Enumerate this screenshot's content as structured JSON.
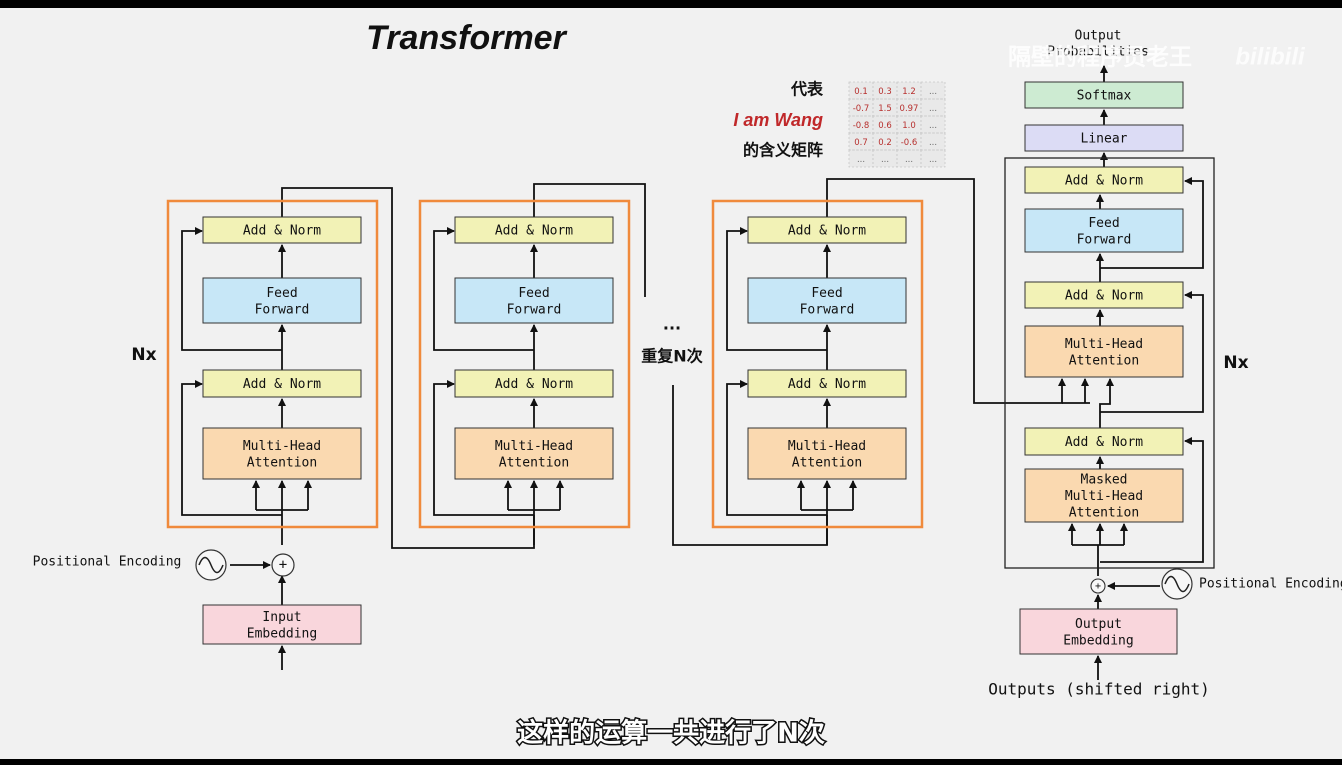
{
  "title": "Transformer",
  "watermark": {
    "text": "隔壁的程序员老王",
    "logo": "bilibili"
  },
  "subtitle": "这样的运算一共进行了N次",
  "colors": {
    "add_norm": "#f2f2b6",
    "feed_forward": "#c7e7f7",
    "attention": "#fad9b0",
    "embedding": "#f9d6dc",
    "linear": "#dcdcf5",
    "softmax": "#cdebd2",
    "encoder_frame": "#f08a3c",
    "highlight_text": "#c0282a"
  },
  "labels": {
    "add_norm": "Add & Norm",
    "feed_forward": [
      "Feed",
      "Forward"
    ],
    "multi_head": [
      "Multi-Head",
      "Attention"
    ],
    "masked_multi_head": [
      "Masked",
      "Multi-Head",
      "Attention"
    ],
    "input_embedding": [
      "Input",
      "Embedding"
    ],
    "output_embedding": [
      "Output",
      "Embedding"
    ],
    "linear": "Linear",
    "softmax": "Softmax",
    "output_probabilities": [
      "Output",
      "Probabilities"
    ],
    "positional_encoding_left": "Positional Encoding",
    "positional_encoding_right": "Positional Encoding",
    "nx": "Nx",
    "ellipsis": "...",
    "repeat_n": "重复N次",
    "outputs_shifted": "Outputs (shifted right)"
  },
  "annotation": {
    "line1": "代表",
    "line2": "I am Wang",
    "line3": "的含义矩阵"
  },
  "matrix": [
    [
      "0.1",
      "0.3",
      "1.2",
      "..."
    ],
    [
      "-0.7",
      "1.5",
      "0.97",
      "..."
    ],
    [
      "-0.8",
      "0.6",
      "1.0",
      "..."
    ],
    [
      "0.7",
      "0.2",
      "-0.6",
      "..."
    ],
    [
      "...",
      "...",
      "...",
      "..."
    ]
  ],
  "encoders": [
    {
      "id": "encoder-1"
    },
    {
      "id": "encoder-2"
    },
    {
      "id": "encoder-n"
    }
  ]
}
